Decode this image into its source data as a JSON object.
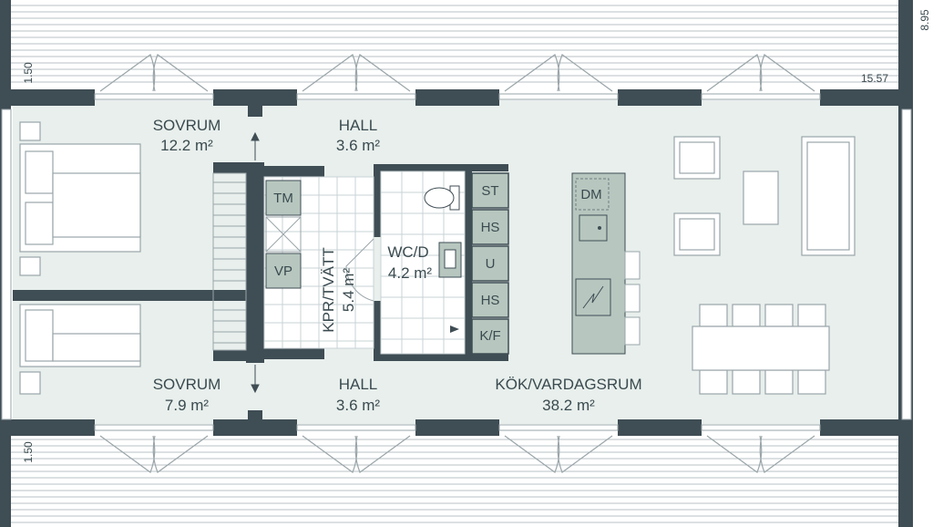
{
  "colors": {
    "wall": "#3f4d54",
    "floor": "#e8efec",
    "fixture": "#b7c7bf",
    "line": "#9aa5a9",
    "text": "#3a4a4f"
  },
  "rooms": {
    "sovrum_top": {
      "name": "SOVRUM",
      "area": "12.2 m²"
    },
    "hall_top": {
      "name": "HALL",
      "area": "3.6 m²"
    },
    "sovrum_bottom": {
      "name": "SOVRUM",
      "area": "7.9 m²"
    },
    "hall_bottom": {
      "name": "HALL",
      "area": "3.6 m²"
    },
    "kok": {
      "name": "KÖK/VARDAGSRUM",
      "area": "38.2 m²"
    },
    "wc": {
      "name": "WC/D",
      "area": "4.2 m²"
    },
    "kpr": {
      "name": "KPR/TVÄTT",
      "area": "5.4 m²"
    }
  },
  "fixtures": {
    "tm": "TM",
    "vp": "VP",
    "st": "ST",
    "hs1": "HS",
    "u": "U",
    "hs2": "HS",
    "kf": "K/F",
    "dm": "DM"
  },
  "dimensions": {
    "deck_top": "1.50",
    "deck_bottom": "1.50",
    "width": "15.57",
    "depth": "8.95"
  }
}
